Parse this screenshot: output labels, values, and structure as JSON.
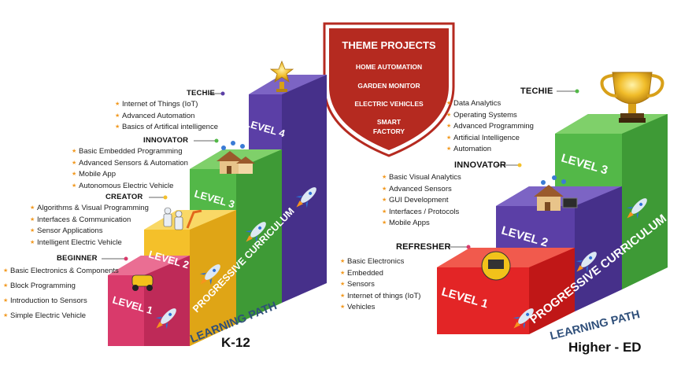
{
  "theme": {
    "title": "THEME PROJECTS",
    "items": [
      "HOME AUTOMATION",
      "GARDEN MONITOR",
      "ELECTRIC VEHICLES",
      "SMART FACTORY"
    ]
  },
  "k12": {
    "title": "K-12",
    "path_label": "LEARNING PATH",
    "curriculum_label": "PROGRESSIVE CURRICULUM",
    "levels": [
      "LEVEL 1",
      "LEVEL 2",
      "LEVEL 3",
      "LEVEL 4"
    ],
    "techie": {
      "heading": "TECHIE",
      "items": [
        "Internet of Things (IoT)",
        "Advanced Automation",
        "Basics of Artifical intelligence"
      ]
    },
    "innovator": {
      "heading": "INNOVATOR",
      "items": [
        "Basic Embedded Programming",
        "Advanced Sensors & Automation",
        "Mobile App",
        "Autonomous Electric Vehicle"
      ]
    },
    "creator": {
      "heading": "CREATOR",
      "items": [
        "Algorithms & Visual Programming",
        "Interfaces & Communication",
        "Sensor Applications",
        "Intelligent Electric Vehicle"
      ]
    },
    "beginner": {
      "heading": "BEGINNER",
      "items": [
        "Basic Electronics & Components",
        "Block Programming",
        "Introduction to Sensors",
        "Simple Electric Vehicle"
      ]
    }
  },
  "highered": {
    "title": "Higher - ED",
    "path_label": "LEARNING PATH",
    "curriculum_label": "PROGRESSIVE CURRICULUM",
    "levels": [
      "LEVEL 1",
      "LEVEL 2",
      "LEVEL 3"
    ],
    "techie": {
      "heading": "TECHIE",
      "items": [
        "Data Analytics",
        "Operating Systems",
        "Advanced Programming",
        "Artificial Intelligence",
        "Automation"
      ]
    },
    "innovator": {
      "heading": "INNOVATOR",
      "items": [
        "Basic Visual Analytics",
        "Advanced Sensors",
        "GUI Development",
        "Interfaces / Protocols",
        "Mobile Apps"
      ]
    },
    "refresher": {
      "heading": "REFRESHER",
      "items": [
        "Basic Electronics",
        "Embedded",
        "Sensors",
        "Internet of things (IoT)",
        "Vehicles"
      ]
    }
  },
  "colors": {
    "level1_k12": "#d93a6b",
    "level2_k12": "#f4c02a",
    "level3": "#53b848",
    "level4": "#5b3fa6",
    "level1_he": "#e32526",
    "shield": "#b52a20",
    "accent_text": "#2f4f7a",
    "bullet": "#f29a22"
  }
}
